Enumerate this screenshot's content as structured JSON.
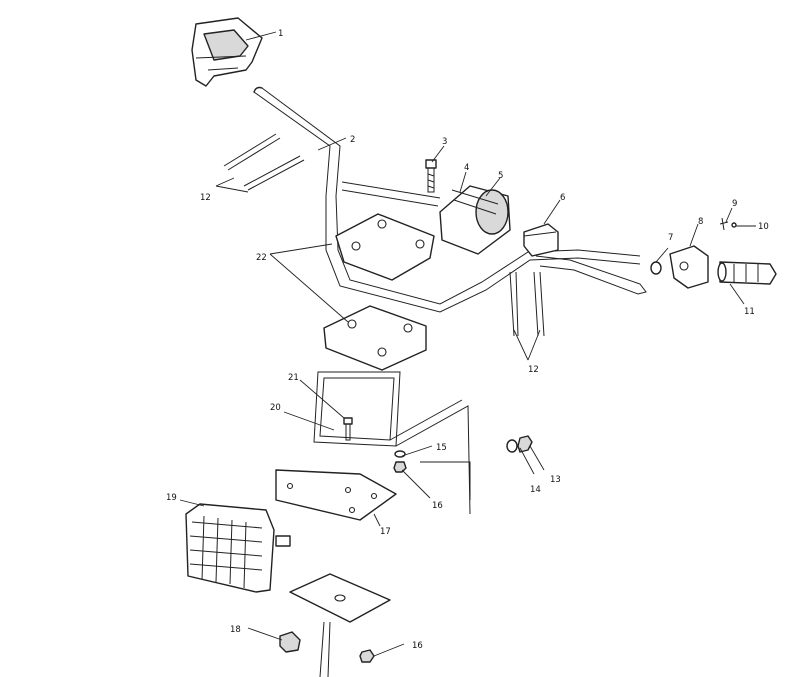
{
  "callouts": {
    "c1": "1",
    "c2": "2",
    "c3": "3",
    "c4": "4",
    "c5": "5",
    "c6": "6",
    "c7": "7",
    "c8": "8",
    "c9": "9",
    "c10": "10",
    "c11": "11",
    "c12a": "12",
    "c12b": "12",
    "c13": "13",
    "c14": "14",
    "c15": "15",
    "c16a": "16",
    "c16b": "16",
    "c17": "17",
    "c18": "18",
    "c19": "19",
    "c20": "20",
    "c21": "21",
    "c22": "22"
  }
}
